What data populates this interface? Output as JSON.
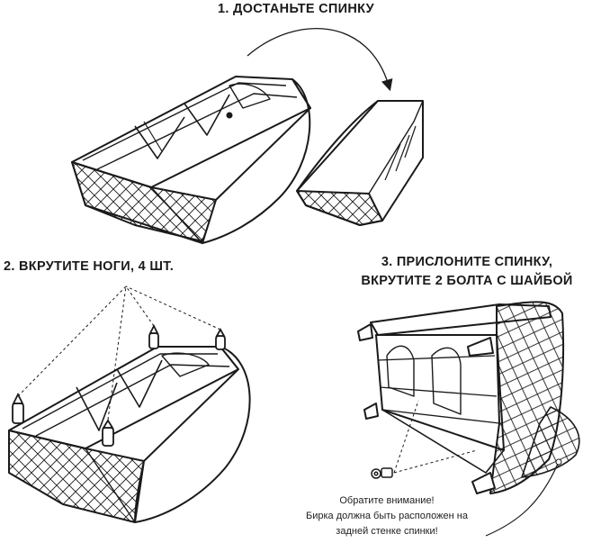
{
  "steps": {
    "step1": "1. ДОСТАНЬТЕ СПИНКУ",
    "step2": "2. ВКРУТИТЕ НОГИ, 4 ШТ.",
    "step3_line1": "3. ПРИСЛОНИТЕ СПИНКУ,",
    "step3_line2": "ВКРУТИТЕ 2 БОЛТА С ШАЙБОЙ"
  },
  "note": {
    "line1": "Обратите внимание!",
    "line2": "Бирка должна быть расположен на",
    "line3": "задней стенке спинки!"
  },
  "colors": {
    "stroke": "#1a1a1a",
    "background": "#ffffff"
  }
}
